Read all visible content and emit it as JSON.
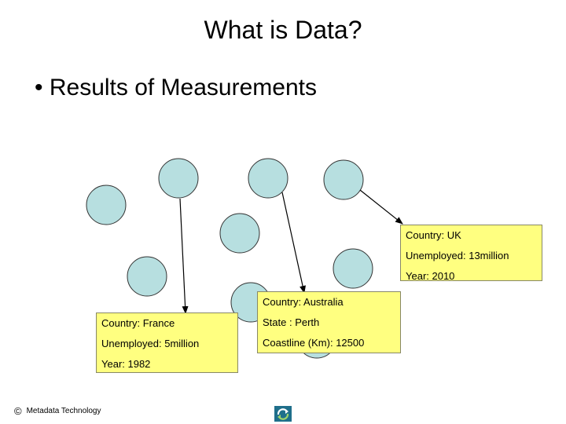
{
  "slide": {
    "title": "What is Data?",
    "bullet": "• Results of Measurements"
  },
  "boxes": {
    "uk": [
      "Country: UK",
      "Unemployed: 13million",
      "Year: 2010"
    ],
    "australia": [
      "Country: Australia",
      "State : Perth",
      "Coastline (Km): 12500"
    ],
    "france": [
      "Country: France",
      "Unemployed: 5million",
      "Year: 1982"
    ]
  },
  "footer": {
    "copyright_symbol": "©",
    "org": "Metadata Technology"
  },
  "colors": {
    "circle_fill": "#b7dfe0",
    "box_fill": "#ffff80"
  },
  "icons": [
    "copyright-icon",
    "logo-icon"
  ]
}
